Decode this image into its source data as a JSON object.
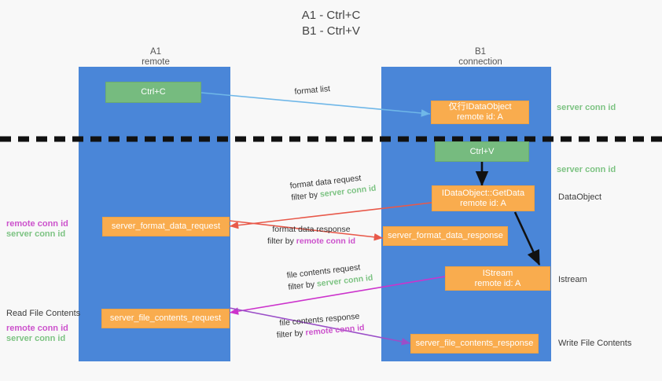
{
  "title": "A1 - Ctrl+C\nB1 - Ctrl+V",
  "colors": {
    "lane": "#4a86d8",
    "green_node": "#76bb7f",
    "orange_node": "#f9ac4e",
    "server_conn_id": "#7dc383",
    "remote_conn_id": "#cc52cc",
    "arrow_light_blue": "#6fb7e8",
    "arrow_red": "#e8594a",
    "arrow_magenta": "#cc33cc",
    "arrow_purple": "#9b4fc8",
    "arrow_black": "#111111",
    "divider": "#111111",
    "background": "#f8f8f8"
  },
  "columns": [
    {
      "name": "A1",
      "sub": "remote",
      "header": "A1\nremote"
    },
    {
      "name": "B1",
      "sub": "connection",
      "header": "B1\nconnection"
    }
  ],
  "nodes": {
    "ctrl_c": {
      "label": "Ctrl+C",
      "type": "green"
    },
    "idataobject_top": {
      "label": "仅行IDataObject\nremote id: A",
      "type": "orange"
    },
    "ctrl_v": {
      "label": "Ctrl+V",
      "type": "green"
    },
    "getdata": {
      "label": "IDataObject::GetData\nremote id: A",
      "type": "orange"
    },
    "server_format_data_request": {
      "label": "server_format_data_request",
      "type": "orange"
    },
    "server_format_data_response": {
      "label": "server_format_data_response",
      "type": "orange"
    },
    "istream": {
      "label": "IStream\nremote id: A",
      "type": "orange"
    },
    "server_file_contents_request": {
      "label": "server_file_contents_request",
      "type": "orange"
    },
    "server_file_contents_response": {
      "label": "server_file_contents_response",
      "type": "orange"
    }
  },
  "right_labels": {
    "server_conn_id_top": "server conn id",
    "server_conn_id_mid": "server conn id",
    "dataobject": "DataObject",
    "istream": "Istream",
    "write_file_contents": "Write File Contents"
  },
  "left_labels": {
    "remote_conn_id_1": "remote conn id",
    "server_conn_id_1": "server conn id",
    "read_file_contents": "Read File Contents",
    "remote_conn_id_2": "remote conn id",
    "server_conn_id_2": "server conn id"
  },
  "edges": {
    "format_list": {
      "line1": "format list"
    },
    "format_data_request": {
      "line1": "format data request",
      "filter_prefix": "filter by ",
      "filter_value": "server conn id"
    },
    "format_data_response": {
      "line1": "format data response",
      "filter_prefix": "filter by ",
      "filter_value": "remote conn id"
    },
    "file_contents_request": {
      "line1": "file contents request",
      "filter_prefix": "filter by ",
      "filter_value": "server conn id"
    },
    "file_contents_response": {
      "line1": "file contents response",
      "filter_prefix": "filter by ",
      "filter_value": "remote conn id"
    }
  }
}
